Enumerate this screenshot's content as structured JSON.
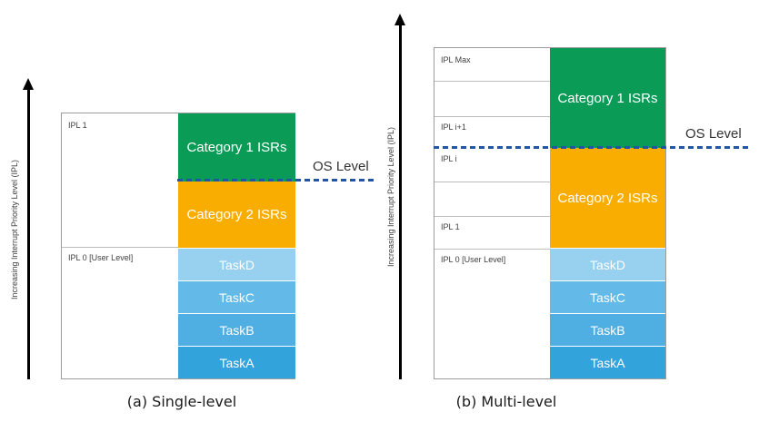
{
  "colors": {
    "category1_green": "#0a9b57",
    "category2_orange": "#f9ad00",
    "task_d_blue": "#98d0f0",
    "task_c_blue": "#63bae8",
    "task_b_blue": "#4fafe2",
    "task_a_blue": "#33a3db",
    "os_line_blue": "#2255a8"
  },
  "panel_a": {
    "caption": "(a) Single-level",
    "axis_label": "Increasing Interrupt Priority Level (IPL)",
    "os_level_label": "OS Level",
    "ipl_labels": [
      "IPL 1",
      "IPL 0 [User Level]"
    ],
    "blocks": {
      "category1": "Category 1 ISRs",
      "category2": "Category 2 ISRs"
    },
    "tasks": [
      "TaskD",
      "TaskC",
      "TaskB",
      "TaskA"
    ]
  },
  "panel_b": {
    "caption": "(b) Multi-level",
    "axis_label": "Increasing Interrupt Priority Level (IPL)",
    "os_level_label": "OS Level",
    "ipl_labels": [
      "IPL Max",
      "IPL i+1",
      "IPL i",
      "IPL 1",
      "IPL 0 [User Level]"
    ],
    "blocks": {
      "category1": "Category 1 ISRs",
      "category2": "Category 2 ISRs"
    },
    "tasks": [
      "TaskD",
      "TaskC",
      "TaskB",
      "TaskA"
    ]
  }
}
